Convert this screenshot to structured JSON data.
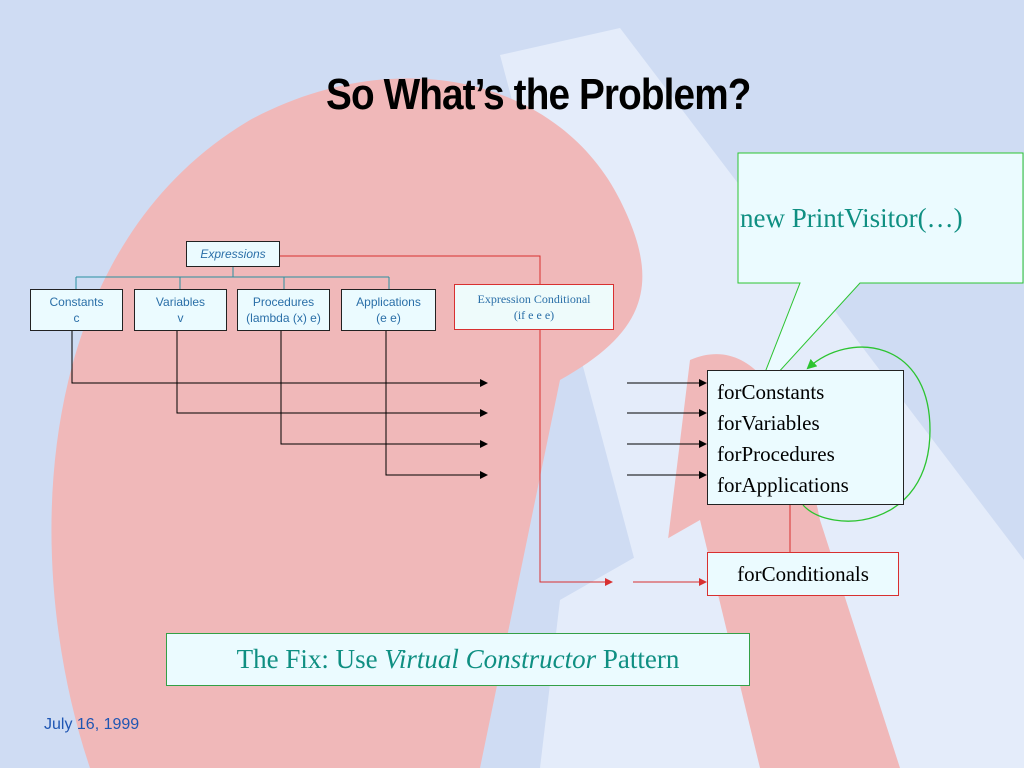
{
  "slide": {
    "title": "So What’s the Problem?",
    "date": "July 16, 1999"
  },
  "diagram": {
    "root": "Expressions",
    "leaves": [
      {
        "name": "Constants",
        "sub": "c"
      },
      {
        "name": "Variables",
        "sub": "v"
      },
      {
        "name": "Procedures",
        "sub": "(lambda (x) e)"
      },
      {
        "name": "Applications",
        "sub": "(e e)"
      }
    ],
    "conditional": {
      "name": "Expression Conditional",
      "sub": "(if e  e  e)"
    },
    "methods": [
      "forConstants",
      "forVariables",
      "forProcedures",
      "forApplications"
    ],
    "conditional_method": "forConditionals",
    "callout": "new PrintVisitor(…)"
  },
  "fix": {
    "prefix": "The Fix: Use ",
    "emphasis": "Virtual Constructor",
    "suffix": " Pattern"
  },
  "colors": {
    "background": "#cfdcf3",
    "logo_red": "#f0b8b9",
    "logo_white": "#e4ecfa",
    "teal_text": "#0f8f82",
    "box_text": "#2a6fa8",
    "red_line": "#d83030",
    "green_line": "#2cc430",
    "date_blue": "#1f56b3"
  }
}
